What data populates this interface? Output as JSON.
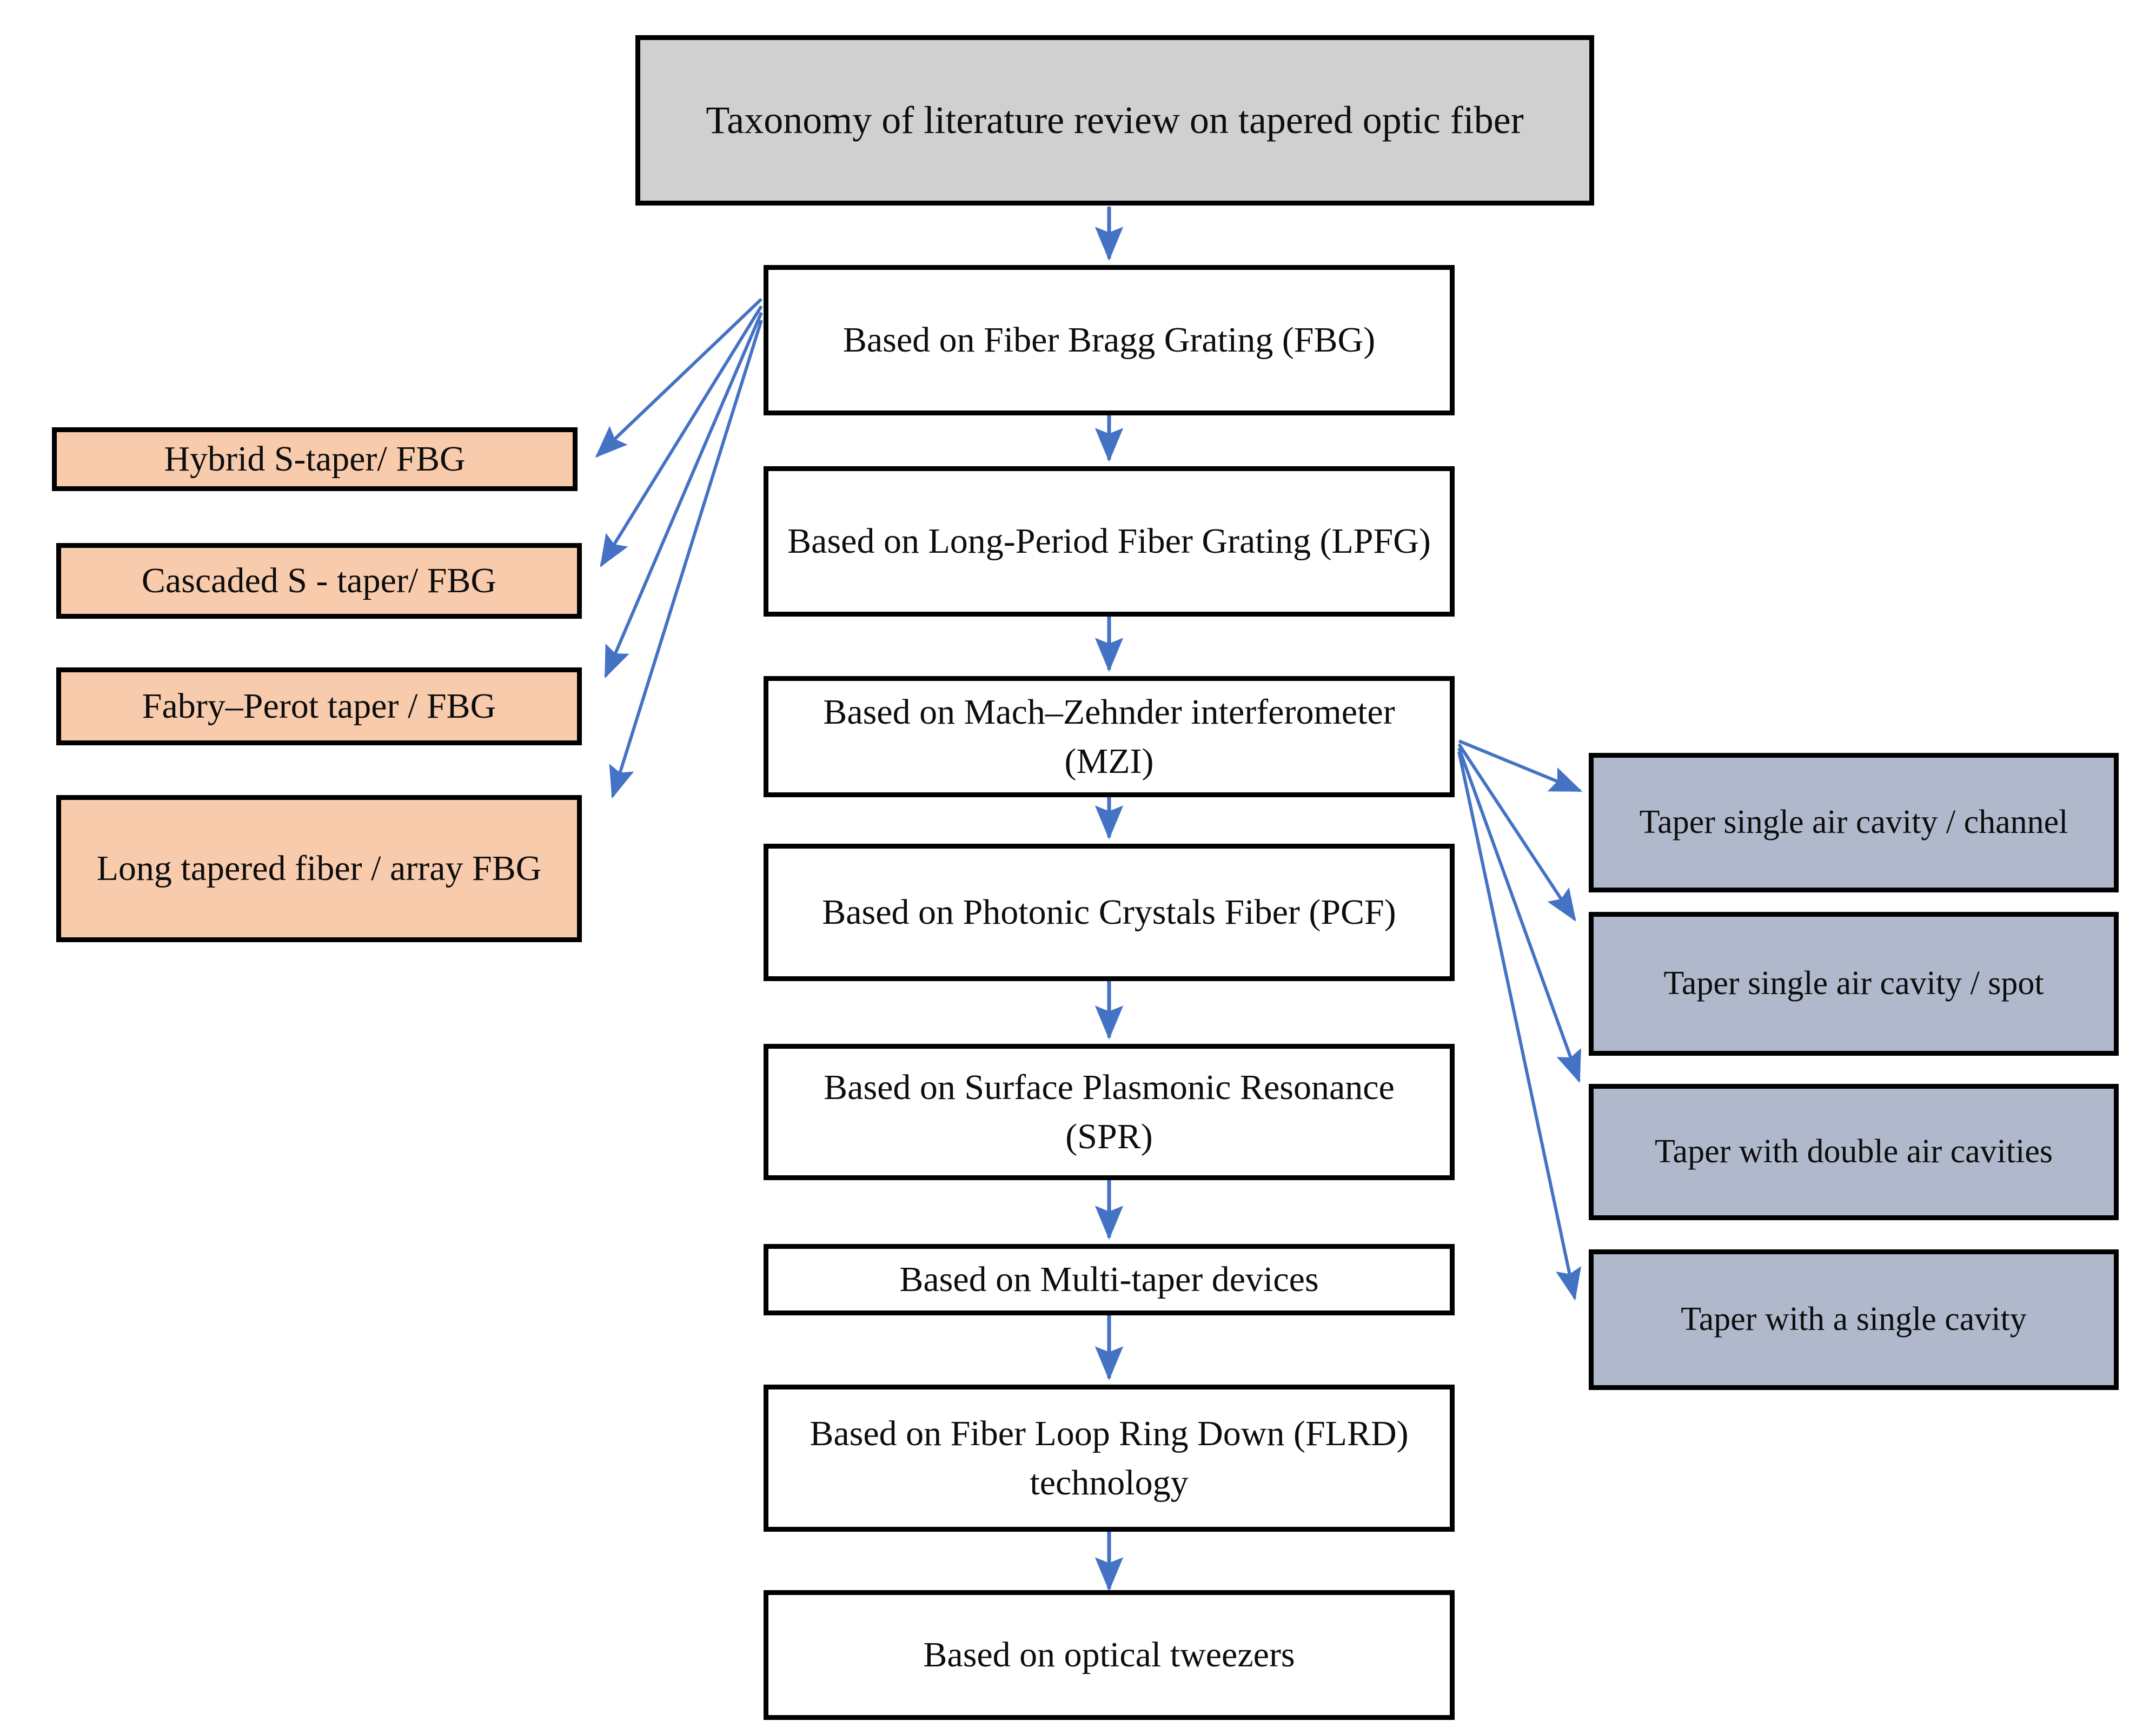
{
  "diagram": {
    "title_node": {
      "label": "Taxonomy of literature review on tapered optic fiber",
      "fill": "#d0d0d0",
      "border": "#000000"
    },
    "colors": {
      "title_fill": "#d0d0d0",
      "center_fill": "#ffffff",
      "left_fill": "#f8cbad",
      "right_fill": "#b0b9cc",
      "border": "#000000",
      "arrow": "#4472c4"
    },
    "center_nodes": [
      {
        "id": "fbg",
        "label": "Based on Fiber Bragg Grating (FBG)"
      },
      {
        "id": "lpfg",
        "label": "Based on Long-Period Fiber Grating (LPFG)"
      },
      {
        "id": "mzi",
        "label": "Based on Mach–Zehnder interferometer (MZI)"
      },
      {
        "id": "pcf",
        "label": "Based on Photonic Crystals Fiber (PCF)"
      },
      {
        "id": "spr",
        "label": "Based on Surface Plasmonic Resonance (SPR)"
      },
      {
        "id": "multitaper",
        "label": "Based on Multi-taper devices"
      },
      {
        "id": "flrd",
        "label": "Based on Fiber Loop Ring Down (FLRD) technology"
      },
      {
        "id": "tweezers",
        "label": "Based on optical tweezers"
      }
    ],
    "left_nodes": [
      {
        "id": "hybrid-s-taper",
        "label": "Hybrid S-taper/ FBG"
      },
      {
        "id": "cascaded-s-taper",
        "label": "Cascaded S - taper/ FBG"
      },
      {
        "id": "fabry-perot-taper",
        "label": "Fabry–Perot taper / FBG"
      },
      {
        "id": "long-tapered-fiber",
        "label": "Long tapered fiber / array FBG"
      }
    ],
    "right_nodes": [
      {
        "id": "single-air-cavity-channel",
        "label": "Taper single air cavity / channel"
      },
      {
        "id": "single-air-cavity-spot",
        "label": "Taper single air cavity / spot"
      },
      {
        "id": "double-air-cavities",
        "label": "Taper with double air cavities"
      },
      {
        "id": "single-cavity",
        "label": "Taper with a single cavity"
      }
    ],
    "edges": [
      {
        "from": "title",
        "to": "fbg",
        "kind": "vertical"
      },
      {
        "from": "fbg",
        "to": "lpfg",
        "kind": "vertical"
      },
      {
        "from": "lpfg",
        "to": "mzi",
        "kind": "vertical"
      },
      {
        "from": "mzi",
        "to": "pcf",
        "kind": "vertical"
      },
      {
        "from": "pcf",
        "to": "spr",
        "kind": "vertical"
      },
      {
        "from": "spr",
        "to": "multitaper",
        "kind": "vertical"
      },
      {
        "from": "multitaper",
        "to": "flrd",
        "kind": "vertical"
      },
      {
        "from": "flrd",
        "to": "tweezers",
        "kind": "vertical"
      },
      {
        "from": "fbg",
        "to": "hybrid-s-taper",
        "kind": "fan-left"
      },
      {
        "from": "fbg",
        "to": "cascaded-s-taper",
        "kind": "fan-left"
      },
      {
        "from": "fbg",
        "to": "fabry-perot-taper",
        "kind": "fan-left"
      },
      {
        "from": "fbg",
        "to": "long-tapered-fiber",
        "kind": "fan-left"
      },
      {
        "from": "mzi",
        "to": "single-air-cavity-channel",
        "kind": "fan-right"
      },
      {
        "from": "mzi",
        "to": "single-air-cavity-spot",
        "kind": "fan-right"
      },
      {
        "from": "mzi",
        "to": "double-air-cavities",
        "kind": "fan-right"
      },
      {
        "from": "mzi",
        "to": "single-cavity",
        "kind": "fan-right"
      }
    ]
  }
}
